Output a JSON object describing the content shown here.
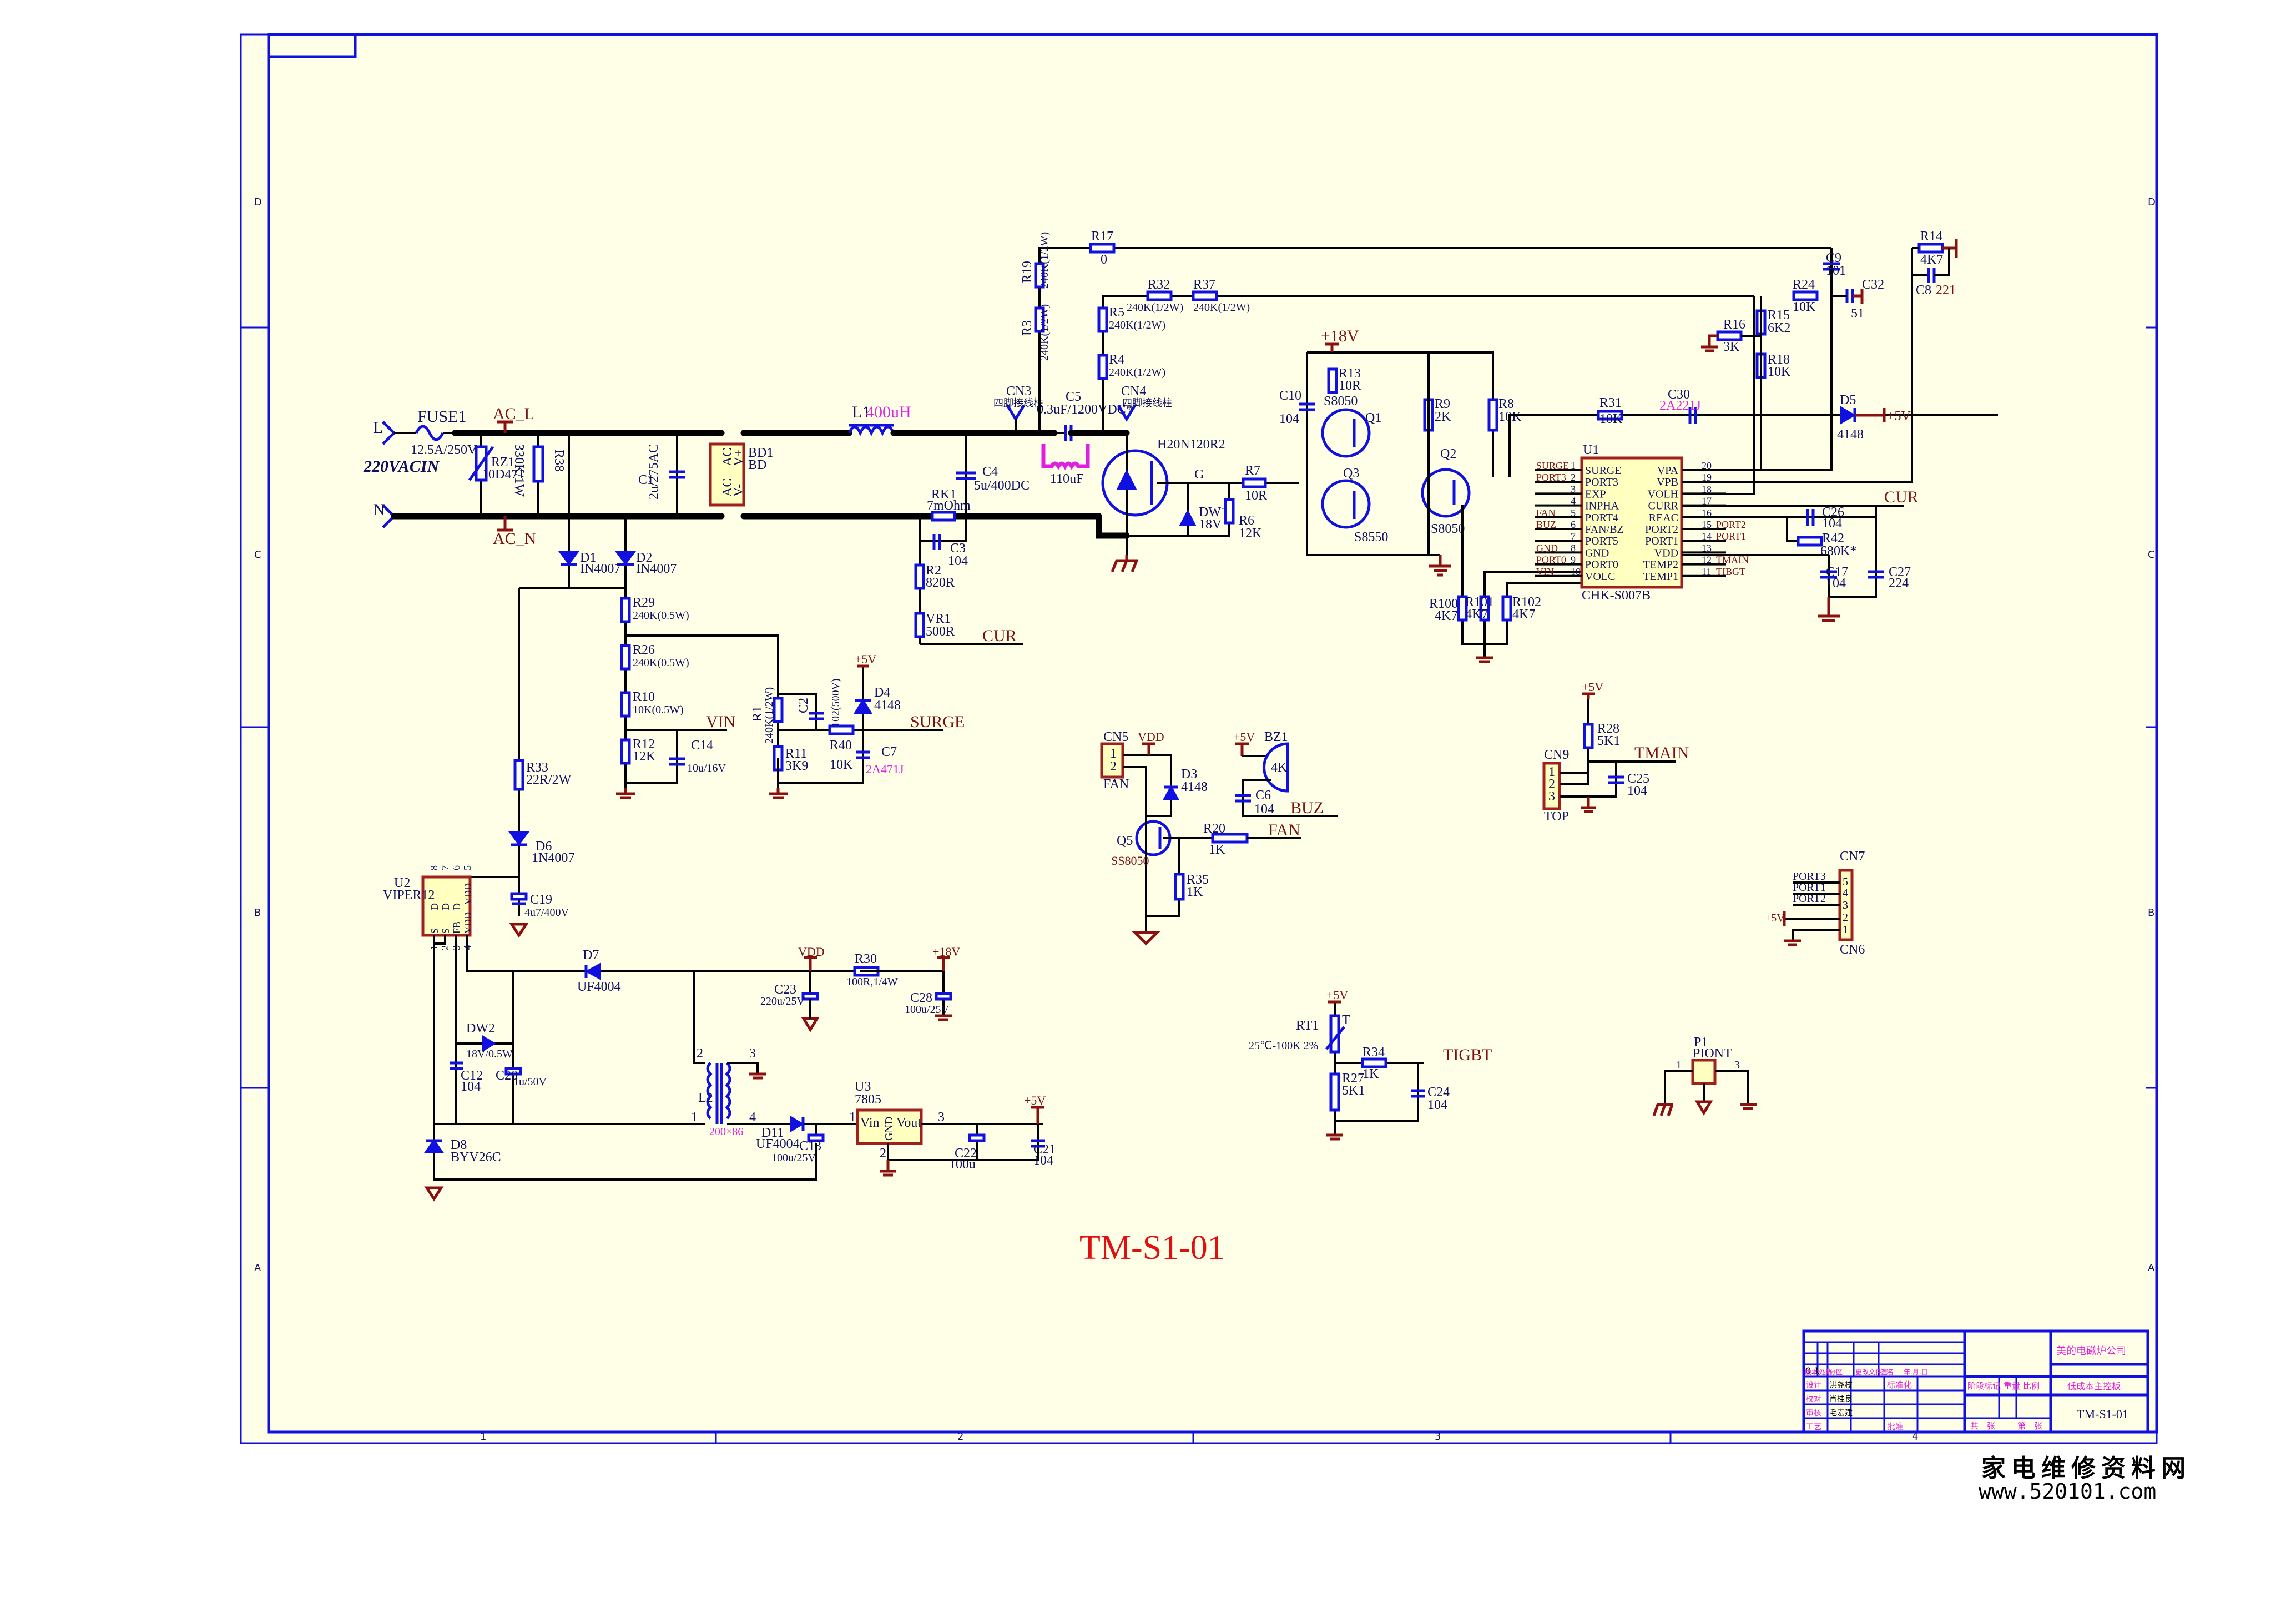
{
  "schematic": {
    "title": "TM-S1-01",
    "grid": {
      "rows": [
        "D",
        "C",
        "B",
        "A"
      ],
      "cols": [
        "1",
        "2",
        "3",
        "4"
      ]
    },
    "input": {
      "L": "L",
      "N": "N",
      "voltage_label": "220VACIN",
      "fuse_ref": "FUSE1",
      "fuse_val": "12.5A/250V",
      "ac_l": "AC_L",
      "ac_n": "AC_N"
    },
    "rz1": {
      "ref": "RZ1",
      "val": "10D471"
    },
    "r38": {
      "ref": "R38",
      "val": "330K/1W"
    },
    "c1": {
      "ref": "C1",
      "val": "2u/275AC"
    },
    "bd1": {
      "ref": "BD1",
      "val": "BD",
      "pins": [
        "AC",
        "AC",
        "V+",
        "V-"
      ],
      "pin_nums": [
        "2",
        "3",
        "1",
        "4"
      ]
    },
    "d1": {
      "ref": "D1",
      "val": "IN4007"
    },
    "d2": {
      "ref": "D2",
      "val": "IN4007"
    },
    "l1": {
      "ref": "L1",
      "val": "400uH"
    },
    "c4": {
      "ref": "C4",
      "val": "5u/400DC"
    },
    "rk1": {
      "ref": "RK1",
      "val": "7mOhm"
    },
    "c3": {
      "ref": "C3",
      "val": "104"
    },
    "r2": {
      "ref": "R2",
      "val": "820R"
    },
    "vr1": {
      "ref": "VR1",
      "val": "500R"
    },
    "cur": "CUR",
    "cn3": {
      "ref": "CN3",
      "val": "四脚接线柱"
    },
    "cn4": {
      "ref": "CN4",
      "val": "四脚接线柱"
    },
    "c5": {
      "ref": "C5",
      "val": "0.3uF/1200VDC*"
    },
    "coil": {
      "val": "110uF"
    },
    "igbt": {
      "ref": "H20N120R2",
      "gate": "G"
    },
    "dw1": {
      "ref": "DW1",
      "val": "18V"
    },
    "r6": {
      "ref": "R6",
      "val": "12K"
    },
    "r7": {
      "ref": "R7",
      "val": "10R"
    },
    "r17": {
      "ref": "R17",
      "val": "0"
    },
    "r19": {
      "ref": "R19",
      "val": "240K(1/2W)"
    },
    "r3": {
      "ref": "R3",
      "val": "240K(1/2W)"
    },
    "r32": {
      "ref": "R32",
      "val": "240K(1/2W)"
    },
    "r37": {
      "ref": "R37",
      "val": "240K(1/2W)"
    },
    "r5": {
      "ref": "R5",
      "val": "240K(1/2W)"
    },
    "r4": {
      "ref": "R4",
      "val": "240K(1/2W)"
    },
    "p18v": "+18V",
    "p5v": "+5V",
    "vdd": "VDD",
    "r13": {
      "ref": "R13",
      "val": "10R"
    },
    "c10": {
      "ref": "C10",
      "val": "104"
    },
    "q1": {
      "ref": "Q1",
      "val": "S8050"
    },
    "q3": {
      "ref": "Q3",
      "val": "S8550"
    },
    "q2": {
      "ref": "Q2",
      "val": "S8050"
    },
    "r9": {
      "ref": "R9",
      "val": "2K"
    },
    "r8": {
      "ref": "R8",
      "val": "10K"
    },
    "r31": {
      "ref": "R31",
      "val": "10K"
    },
    "c30": {
      "ref": "C30",
      "val": "2A221J"
    },
    "r100": {
      "ref": "R100",
      "val": "4K7"
    },
    "r101": {
      "ref": "R101",
      "val": "4K7"
    },
    "r102": {
      "ref": "R102",
      "val": "4K7"
    },
    "u1": {
      "ref": "U1",
      "part": "CHK-S007B",
      "left_pins": [
        {
          "num": "1",
          "name": "SURGE",
          "net": "SURGE"
        },
        {
          "num": "2",
          "name": "PORT3",
          "net": "PORT3"
        },
        {
          "num": "3",
          "name": "EXP",
          "net": ""
        },
        {
          "num": "4",
          "name": "INPHA",
          "net": ""
        },
        {
          "num": "5",
          "name": "PORT4",
          "net": "FAN"
        },
        {
          "num": "6",
          "name": "FAN/BZ",
          "net": "BUZ"
        },
        {
          "num": "7",
          "name": "PORT5",
          "net": ""
        },
        {
          "num": "8",
          "name": "GND",
          "net": "GND"
        },
        {
          "num": "9",
          "name": "PORT0",
          "net": "PORT0"
        },
        {
          "num": "10",
          "name": "VOLC",
          "net": "VIN"
        }
      ],
      "right_pins": [
        {
          "num": "20",
          "name": "VPA",
          "net": ""
        },
        {
          "num": "19",
          "name": "VPB",
          "net": ""
        },
        {
          "num": "18",
          "name": "VOLH",
          "net": ""
        },
        {
          "num": "17",
          "name": "CURR",
          "net": ""
        },
        {
          "num": "16",
          "name": "REAC",
          "net": ""
        },
        {
          "num": "15",
          "name": "PORT2",
          "net": "PORT2"
        },
        {
          "num": "14",
          "name": "PORT1",
          "net": "PORT1"
        },
        {
          "num": "13",
          "name": "VDD",
          "net": ""
        },
        {
          "num": "12",
          "name": "TEMP2",
          "net": "TMAIN"
        },
        {
          "num": "11",
          "name": "TEMP1",
          "net": "TIBGT"
        }
      ]
    },
    "r14": {
      "ref": "R14",
      "val": "4K7"
    },
    "c8": {
      "ref": "C8",
      "val": "221"
    },
    "c9": {
      "ref": "C9",
      "val": "101"
    },
    "r24": {
      "ref": "R24",
      "val": "10K"
    },
    "c32": {
      "ref": "C32",
      "val": "51"
    },
    "r15": {
      "ref": "R15",
      "val": "6K2"
    },
    "r16": {
      "ref": "R16",
      "val": "3K"
    },
    "r18": {
      "ref": "R18",
      "val": "10K"
    },
    "d5": {
      "ref": "D5",
      "val": "4148"
    },
    "c26": {
      "ref": "C26",
      "val": "104"
    },
    "r42": {
      "ref": "R42",
      "val": "680K*"
    },
    "c17": {
      "ref": "C17",
      "val": "104"
    },
    "c27": {
      "ref": "C27",
      "val": "224"
    },
    "r29": {
      "ref": "R29",
      "val": "240K(0.5W)"
    },
    "r26": {
      "ref": "R26",
      "val": "240K(0.5W)"
    },
    "r10": {
      "ref": "R10",
      "val": "10K(0.5W)"
    },
    "r12": {
      "ref": "R12",
      "val": "12K"
    },
    "c14": {
      "ref": "C14",
      "val": "10u/16V"
    },
    "vin": "VIN",
    "r1": {
      "ref": "R1",
      "val": "240K(1/2W)"
    },
    "c2": {
      "ref": "C2",
      "val": "102(500V)"
    },
    "r11": {
      "ref": "R11",
      "val": "3K9"
    },
    "r40": {
      "ref": "R40",
      "val": "10K"
    },
    "c7": {
      "ref": "C7",
      "val": "2A471J"
    },
    "d4": {
      "ref": "D4",
      "val": "4148"
    },
    "surge": "SURGE",
    "r33": {
      "ref": "R33",
      "val": "22R/2W"
    },
    "d6": {
      "ref": "D6",
      "val": "1N4007"
    },
    "c19": {
      "ref": "C19",
      "val": "4u7/400V"
    },
    "u2": {
      "ref": "U2",
      "part": "VIPER12",
      "top_pins": [
        "8",
        "7",
        "6",
        "5"
      ],
      "bot_pins": [
        "1",
        "2",
        "3",
        "4"
      ],
      "pin_names": [
        "D",
        "D",
        "D",
        "VDD",
        "S",
        "S",
        "FB",
        "VDD"
      ]
    },
    "d7": {
      "ref": "D7",
      "val": "UF4004"
    },
    "dw2": {
      "ref": "DW2",
      "val": "18V/0.5W"
    },
    "c12": {
      "ref": "C12",
      "val": "104"
    },
    "c20": {
      "ref": "C20",
      "val": "1u/50V"
    },
    "d8": {
      "ref": "D8",
      "val": "BYV26C"
    },
    "c23": {
      "ref": "C23",
      "val": "220u/25V"
    },
    "r30": {
      "ref": "R30",
      "val": "100R,1/4W"
    },
    "c28": {
      "ref": "C28",
      "val": "100u/25V"
    },
    "l2": {
      "ref": "L2",
      "val": "200×86",
      "pins": [
        "1",
        "2",
        "3",
        "4"
      ]
    },
    "d11": {
      "ref": "D11",
      "val": "UF4004"
    },
    "c13": {
      "ref": "C13",
      "val": "100u/25V"
    },
    "u3": {
      "ref": "U3",
      "part": "7805",
      "vin": "Vin",
      "gnd": "GND",
      "vout": "Vout",
      "pins": [
        "1",
        "2",
        "3"
      ]
    },
    "c22": {
      "ref": "C22",
      "val": "100u"
    },
    "c21": {
      "ref": "C21",
      "val": "104"
    },
    "cn5": {
      "ref": "CN5",
      "val": "FAN",
      "pins": [
        "1",
        "2"
      ]
    },
    "d3": {
      "ref": "D3",
      "val": "4148"
    },
    "q5": {
      "ref": "Q5",
      "val": "SS8050"
    },
    "r20": {
      "ref": "R20",
      "val": "1K"
    },
    "r35": {
      "ref": "R35",
      "val": "1K"
    },
    "fan": "FAN",
    "bz1": {
      "ref": "BZ1",
      "val": "4K"
    },
    "c6": {
      "ref": "C6",
      "val": "104"
    },
    "buz": "BUZ",
    "r28": {
      "ref": "R28",
      "val": "5K1"
    },
    "cn9": {
      "ref": "CN9",
      "val": "TOP",
      "pins": [
        "1",
        "2",
        "3"
      ]
    },
    "c25": {
      "ref": "C25",
      "val": "104"
    },
    "tmain": "TMAIN",
    "cn7": {
      "ref": "CN7",
      "ref2": "CN6",
      "pins": [
        "5",
        "4",
        "3",
        "2",
        "1"
      ],
      "nets": [
        "PORT3",
        "PORT1",
        "PORT2"
      ]
    },
    "rt1": {
      "ref": "RT1",
      "val": "25℃-100K 2%",
      "t": "T"
    },
    "r34": {
      "ref": "R34",
      "val": "1K"
    },
    "r27": {
      "ref": "R27",
      "val": "5K1"
    },
    "c24": {
      "ref": "C24",
      "val": "104"
    },
    "tigbt": "TIGBT",
    "p1": {
      "ref": "P1",
      "val": "PIONT",
      "pins": [
        "1",
        "3"
      ]
    }
  },
  "title_block": {
    "company": "美的电磁炉公司",
    "board_name": "低成本主控板",
    "drawing_no": "TM-S1-01",
    "version": "0.1",
    "rev_headers": [
      "版本",
      "处数",
      "分区",
      "更改文件号",
      "签名",
      "年.月.日"
    ],
    "roles": [
      {
        "role": "设计",
        "name": "洪尧枝"
      },
      {
        "role": "校对",
        "name": "肖桂良"
      },
      {
        "role": "审核",
        "name": "毛宏建"
      },
      {
        "role": "工艺",
        "name": ""
      }
    ],
    "std_label": "标准化",
    "approve_label": "批准",
    "stage_label": "阶段标记",
    "weight_label": "重量",
    "scale_label": "比例",
    "total_sheets": "共　张",
    "sheet_no": "第　张"
  },
  "watermark": {
    "line1": "家电维修资料网",
    "line2": "www.520101.com"
  }
}
